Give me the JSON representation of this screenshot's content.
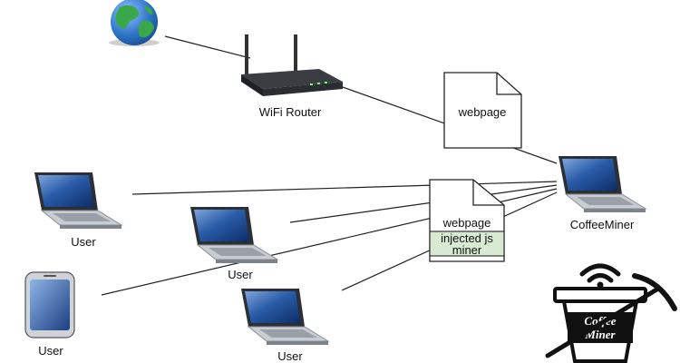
{
  "nodes": {
    "router_label": "WiFi Router",
    "coffeeminer_label": "CoffeeMiner",
    "user_label": "User"
  },
  "documents": {
    "webpage_top": "webpage",
    "webpage_injected": "webpage",
    "injected_line1": "injected js",
    "injected_line2": "miner"
  },
  "logo": {
    "text_line1": "Coffee",
    "text_line2": "Miner"
  },
  "colors": {
    "injected_fill": "#d9ead3",
    "globe_ocean": "#2f74c8",
    "globe_land": "#3aa84a",
    "laptop_body": "#c9cdd2",
    "laptop_screen": "#1d4e9a"
  }
}
